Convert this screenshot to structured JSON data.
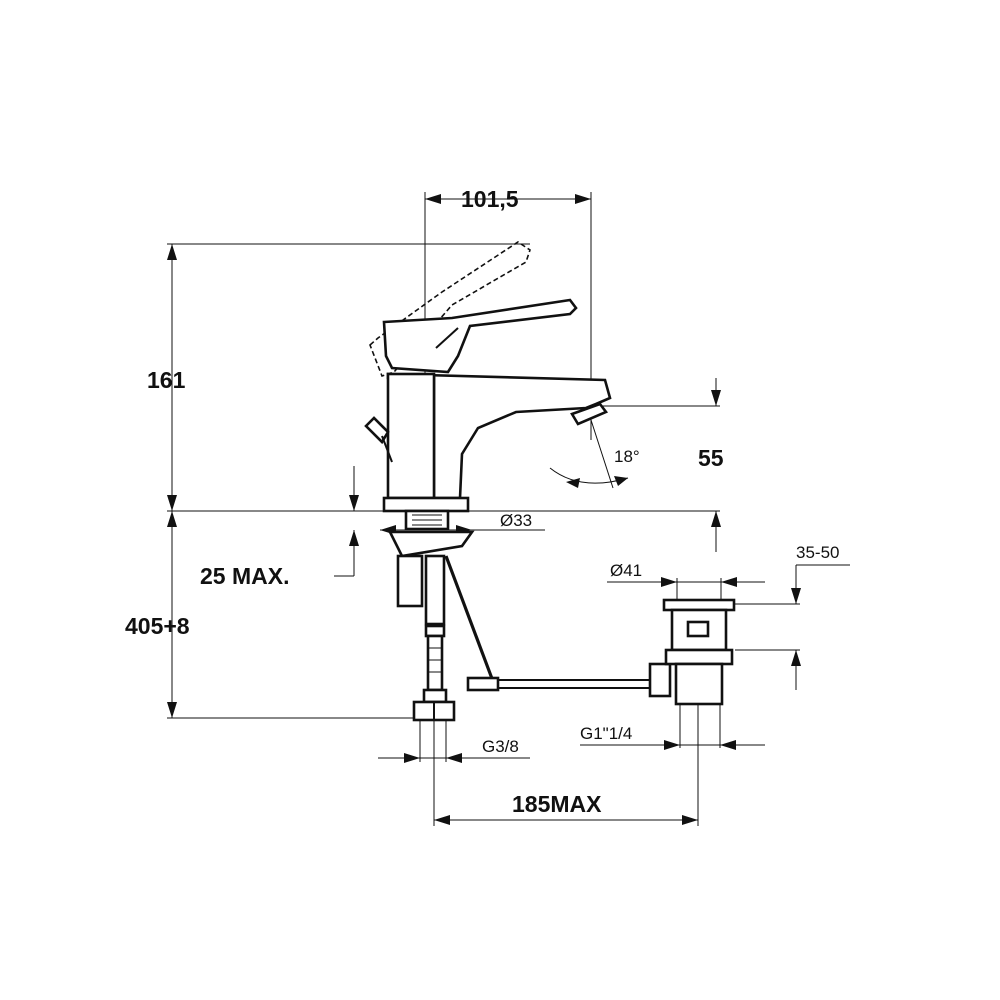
{
  "dimensions": {
    "width_top": "101,5",
    "height_total": "161",
    "spout_height": "55",
    "spout_angle": "18°",
    "hole_diameter": "Ø33",
    "deck_thickness": "25 MAX.",
    "hose_length": "405+8",
    "waste_diameter": "Ø41",
    "waste_range": "35-50",
    "inlet_thread": "G3/8",
    "waste_thread": "G1\"1/4",
    "distance_max": "185MAX"
  }
}
